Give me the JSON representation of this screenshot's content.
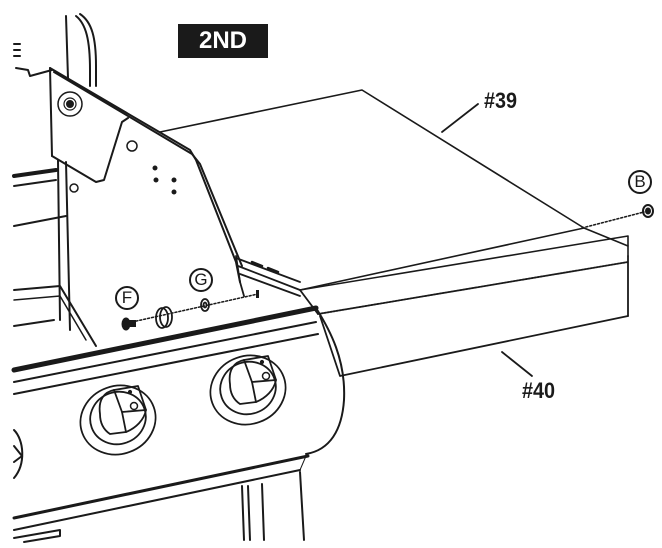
{
  "step": {
    "label": "2ND"
  },
  "parts": [
    {
      "id": "part-39",
      "label": "#39",
      "description": "side shelf top"
    },
    {
      "id": "part-40",
      "label": "#40",
      "description": "side shelf frame"
    }
  ],
  "hardware": [
    {
      "id": "hw-b",
      "label": "B",
      "type": "nut"
    },
    {
      "id": "hw-f",
      "label": "F",
      "type": "screw"
    },
    {
      "id": "hw-g",
      "label": "G",
      "type": "washer"
    }
  ],
  "colors": {
    "line": "#1a1a1a",
    "badge_bg": "#1a1a1a",
    "badge_text": "#ffffff",
    "background": "#ffffff"
  }
}
